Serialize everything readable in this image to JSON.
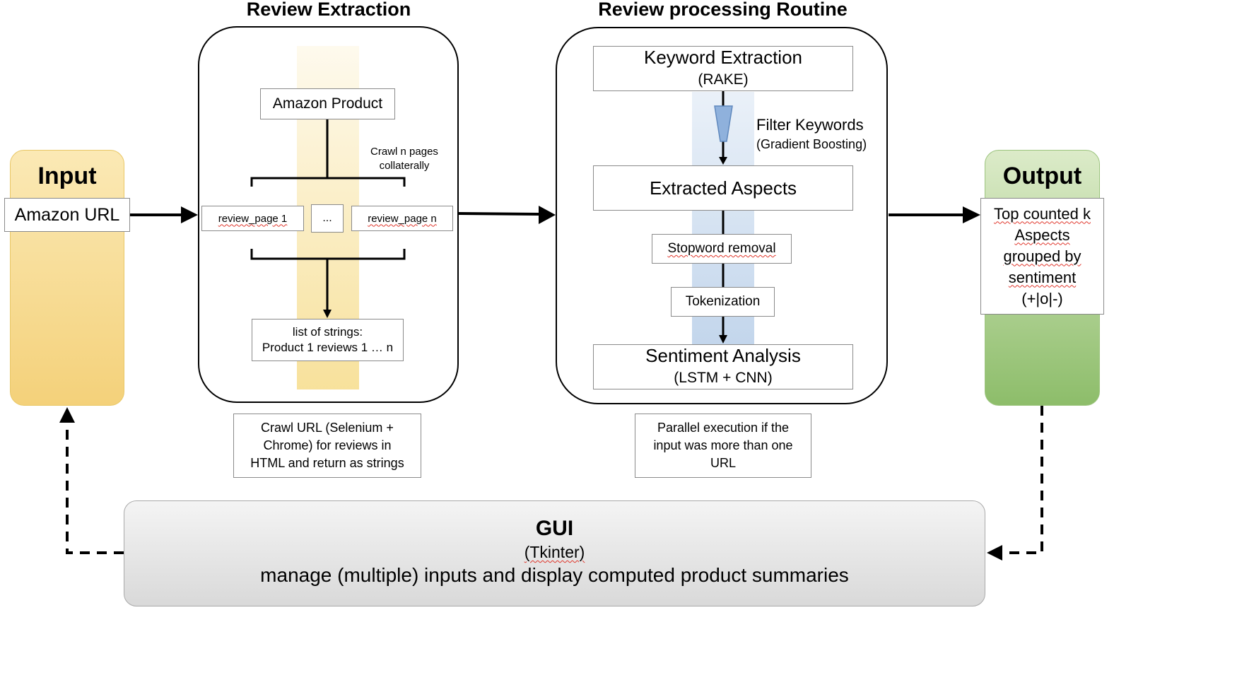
{
  "colors": {
    "input_panel_top": "#fbe9b5",
    "input_panel_bottom": "#f4d17a",
    "output_panel_top": "#dcebc9",
    "output_panel_bottom": "#8dbd6a",
    "extraction_band": "#f6dc8a",
    "processing_band": "#c3d6ec",
    "gui_top": "#f4f4f4",
    "gui_bottom": "#d9d9d9",
    "squiggle": "#e0362b"
  },
  "input": {
    "title": "Input",
    "url_label": "Amazon URL"
  },
  "review_extraction": {
    "heading": "Review Extraction",
    "product_label": "Amazon Product",
    "crawl_note_line1": "Crawl n pages",
    "crawl_note_line2": "collaterally",
    "page_first": "review_page 1",
    "page_ellipsis": "...",
    "page_last": "review_page n",
    "result_line1": "list of strings:",
    "result_line2": "Product 1 reviews 1 … n",
    "caption_line1": "Crawl URL (Selenium +",
    "caption_line2": "Chrome) for reviews in",
    "caption_line3": "HTML and return as strings"
  },
  "review_processing": {
    "heading": "Review processing Routine",
    "keyword_title": "Keyword Extraction",
    "keyword_sub": "(RAKE)",
    "filter_title": "Filter Keywords",
    "filter_sub": "(Gradient Boosting)",
    "aspects_label": "Extracted Aspects",
    "stopword_label": "Stopword removal",
    "tokenization_label": "Tokenization",
    "sentiment_title": "Sentiment Analysis",
    "sentiment_sub": "(LSTM + CNN)",
    "caption_line1": "Parallel execution if the",
    "caption_line2": "input was more than one",
    "caption_line3": "URL"
  },
  "output": {
    "title": "Output",
    "result_line1": "Top counted k",
    "result_line2": "Aspects",
    "result_line3": "grouped by",
    "result_line4": "sentiment",
    "result_line5": "(+|o|-)"
  },
  "gui": {
    "title": "GUI",
    "subtitle": "(Tkinter)",
    "description": "manage (multiple) inputs and display computed product summaries"
  }
}
